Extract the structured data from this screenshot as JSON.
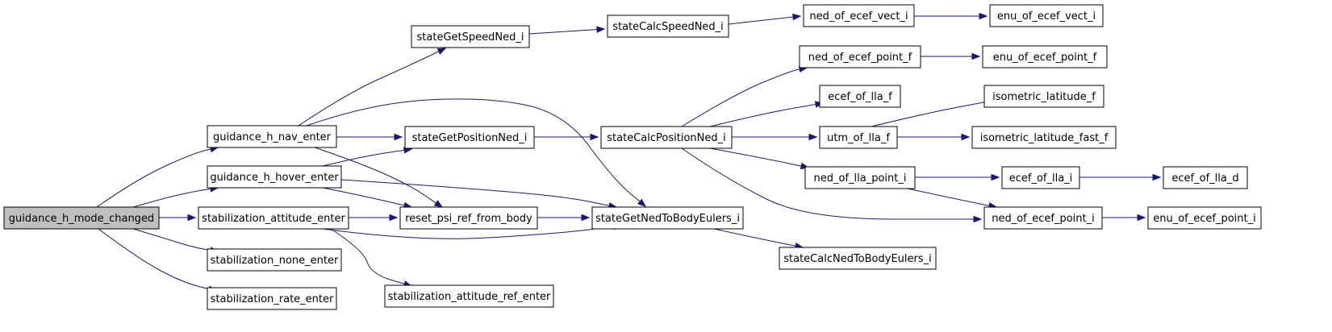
{
  "colors": {
    "node_fill": "#ffffff",
    "root_fill": "#bfbfbf",
    "node_border": "#000000",
    "edge": "#191970"
  },
  "nodes": [
    {
      "id": "n0",
      "label": "guidance_h_mode_changed",
      "root": true
    },
    {
      "id": "n1",
      "label": "guidance_h_nav_enter"
    },
    {
      "id": "n2",
      "label": "guidance_h_hover_enter"
    },
    {
      "id": "n3",
      "label": "stabilization_attitude_enter"
    },
    {
      "id": "n4",
      "label": "stabilization_none_enter"
    },
    {
      "id": "n5",
      "label": "stabilization_rate_enter"
    },
    {
      "id": "n6",
      "label": "stateGetSpeedNed_i"
    },
    {
      "id": "n7",
      "label": "stateGetPositionNed_i"
    },
    {
      "id": "n8",
      "label": "reset_psi_ref_from_body"
    },
    {
      "id": "n9",
      "label": "stabilization_attitude_ref_enter"
    },
    {
      "id": "n10",
      "label": "stateCalcSpeedNed_i"
    },
    {
      "id": "n11",
      "label": "stateCalcPositionNed_i"
    },
    {
      "id": "n12",
      "label": "stateGetNedToBodyEulers_i"
    },
    {
      "id": "n13",
      "label": "ned_of_ecef_vect_i"
    },
    {
      "id": "n14",
      "label": "ned_of_ecef_point_f"
    },
    {
      "id": "n15",
      "label": "ecef_of_lla_f"
    },
    {
      "id": "n16",
      "label": "utm_of_lla_f"
    },
    {
      "id": "n17",
      "label": "ned_of_lla_point_i"
    },
    {
      "id": "n18",
      "label": "stateCalcNedToBodyEulers_i"
    },
    {
      "id": "n19",
      "label": "enu_of_ecef_vect_i"
    },
    {
      "id": "n20",
      "label": "enu_of_ecef_point_f"
    },
    {
      "id": "n21",
      "label": "isometric_latitude_f"
    },
    {
      "id": "n22",
      "label": "isometric_latitude_fast_f"
    },
    {
      "id": "n23",
      "label": "ecef_of_lla_i"
    },
    {
      "id": "n24",
      "label": "ned_of_ecef_point_i"
    },
    {
      "id": "n25",
      "label": "ecef_of_lla_d"
    },
    {
      "id": "n26",
      "label": "enu_of_ecef_point_i"
    }
  ],
  "edges": [
    {
      "from": "n0",
      "to": "n1"
    },
    {
      "from": "n0",
      "to": "n2"
    },
    {
      "from": "n0",
      "to": "n3"
    },
    {
      "from": "n0",
      "to": "n4"
    },
    {
      "from": "n0",
      "to": "n5"
    },
    {
      "from": "n1",
      "to": "n6"
    },
    {
      "from": "n1",
      "to": "n7"
    },
    {
      "from": "n1",
      "to": "n8"
    },
    {
      "from": "n1",
      "to": "n12"
    },
    {
      "from": "n2",
      "to": "n7"
    },
    {
      "from": "n2",
      "to": "n8"
    },
    {
      "from": "n2",
      "to": "n12"
    },
    {
      "from": "n3",
      "to": "n8"
    },
    {
      "from": "n3",
      "to": "n12"
    },
    {
      "from": "n3",
      "to": "n9"
    },
    {
      "from": "n6",
      "to": "n10"
    },
    {
      "from": "n7",
      "to": "n11"
    },
    {
      "from": "n8",
      "to": "n12"
    },
    {
      "from": "n10",
      "to": "n13"
    },
    {
      "from": "n11",
      "to": "n14"
    },
    {
      "from": "n11",
      "to": "n15"
    },
    {
      "from": "n11",
      "to": "n16"
    },
    {
      "from": "n11",
      "to": "n17"
    },
    {
      "from": "n11",
      "to": "n24"
    },
    {
      "from": "n12",
      "to": "n18"
    },
    {
      "from": "n13",
      "to": "n19"
    },
    {
      "from": "n14",
      "to": "n20"
    },
    {
      "from": "n16",
      "to": "n21"
    },
    {
      "from": "n16",
      "to": "n22"
    },
    {
      "from": "n17",
      "to": "n23"
    },
    {
      "from": "n17",
      "to": "n24"
    },
    {
      "from": "n23",
      "to": "n25"
    },
    {
      "from": "n24",
      "to": "n26"
    }
  ]
}
